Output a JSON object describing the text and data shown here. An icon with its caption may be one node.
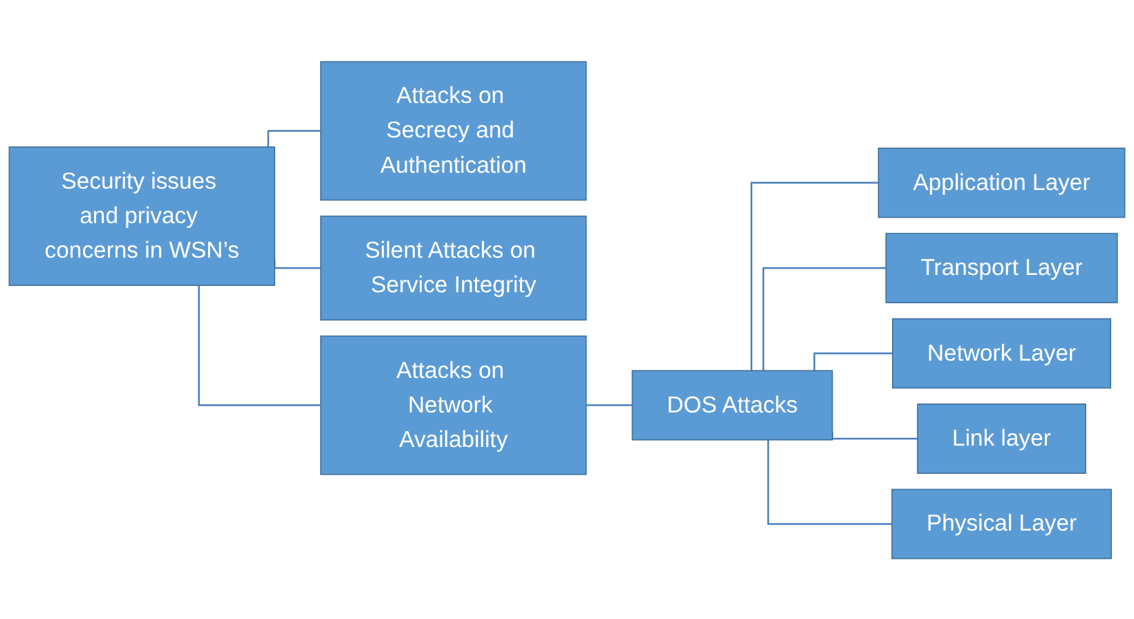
{
  "diagram": {
    "nodes": [
      {
        "text": [
          "Security issues and privacy concerns in WSN’s"
        ]
      },
      {
        "text": [
          "Attacks on Secrecy and Authentication"
        ]
      },
      {
        "text": [
          "Silent Attacks on Service Integrity"
        ]
      },
      {
        "text": [
          "Attacks on Network Availability"
        ]
      },
      {
        "text": [
          "DOS Attacks"
        ]
      },
      {
        "text": [
          "Application Layer"
        ]
      },
      {
        "text": [
          "Transport Layer"
        ]
      },
      {
        "text": [
          "Network Layer"
        ]
      },
      {
        "text": [
          "Link layer"
        ]
      },
      {
        "text": [
          "Physical Layer"
        ]
      }
    ],
    "edges": [
      {
        "from": 0,
        "to": 1,
        "arrow": "none"
      },
      {
        "from": 0,
        "to": 2,
        "arrow": "none"
      },
      {
        "from": 0,
        "to": 3,
        "arrow": "none"
      },
      {
        "from": 3,
        "to": 4,
        "arrow": "none"
      },
      {
        "from": 4,
        "to": 5,
        "arrow": "none"
      },
      {
        "from": 4,
        "to": 6,
        "arrow": "none"
      },
      {
        "from": 4,
        "to": 7,
        "arrow": "none"
      },
      {
        "from": 4,
        "to": 8,
        "arrow": "none"
      },
      {
        "from": 4,
        "to": 9,
        "arrow": "none"
      }
    ]
  }
}
